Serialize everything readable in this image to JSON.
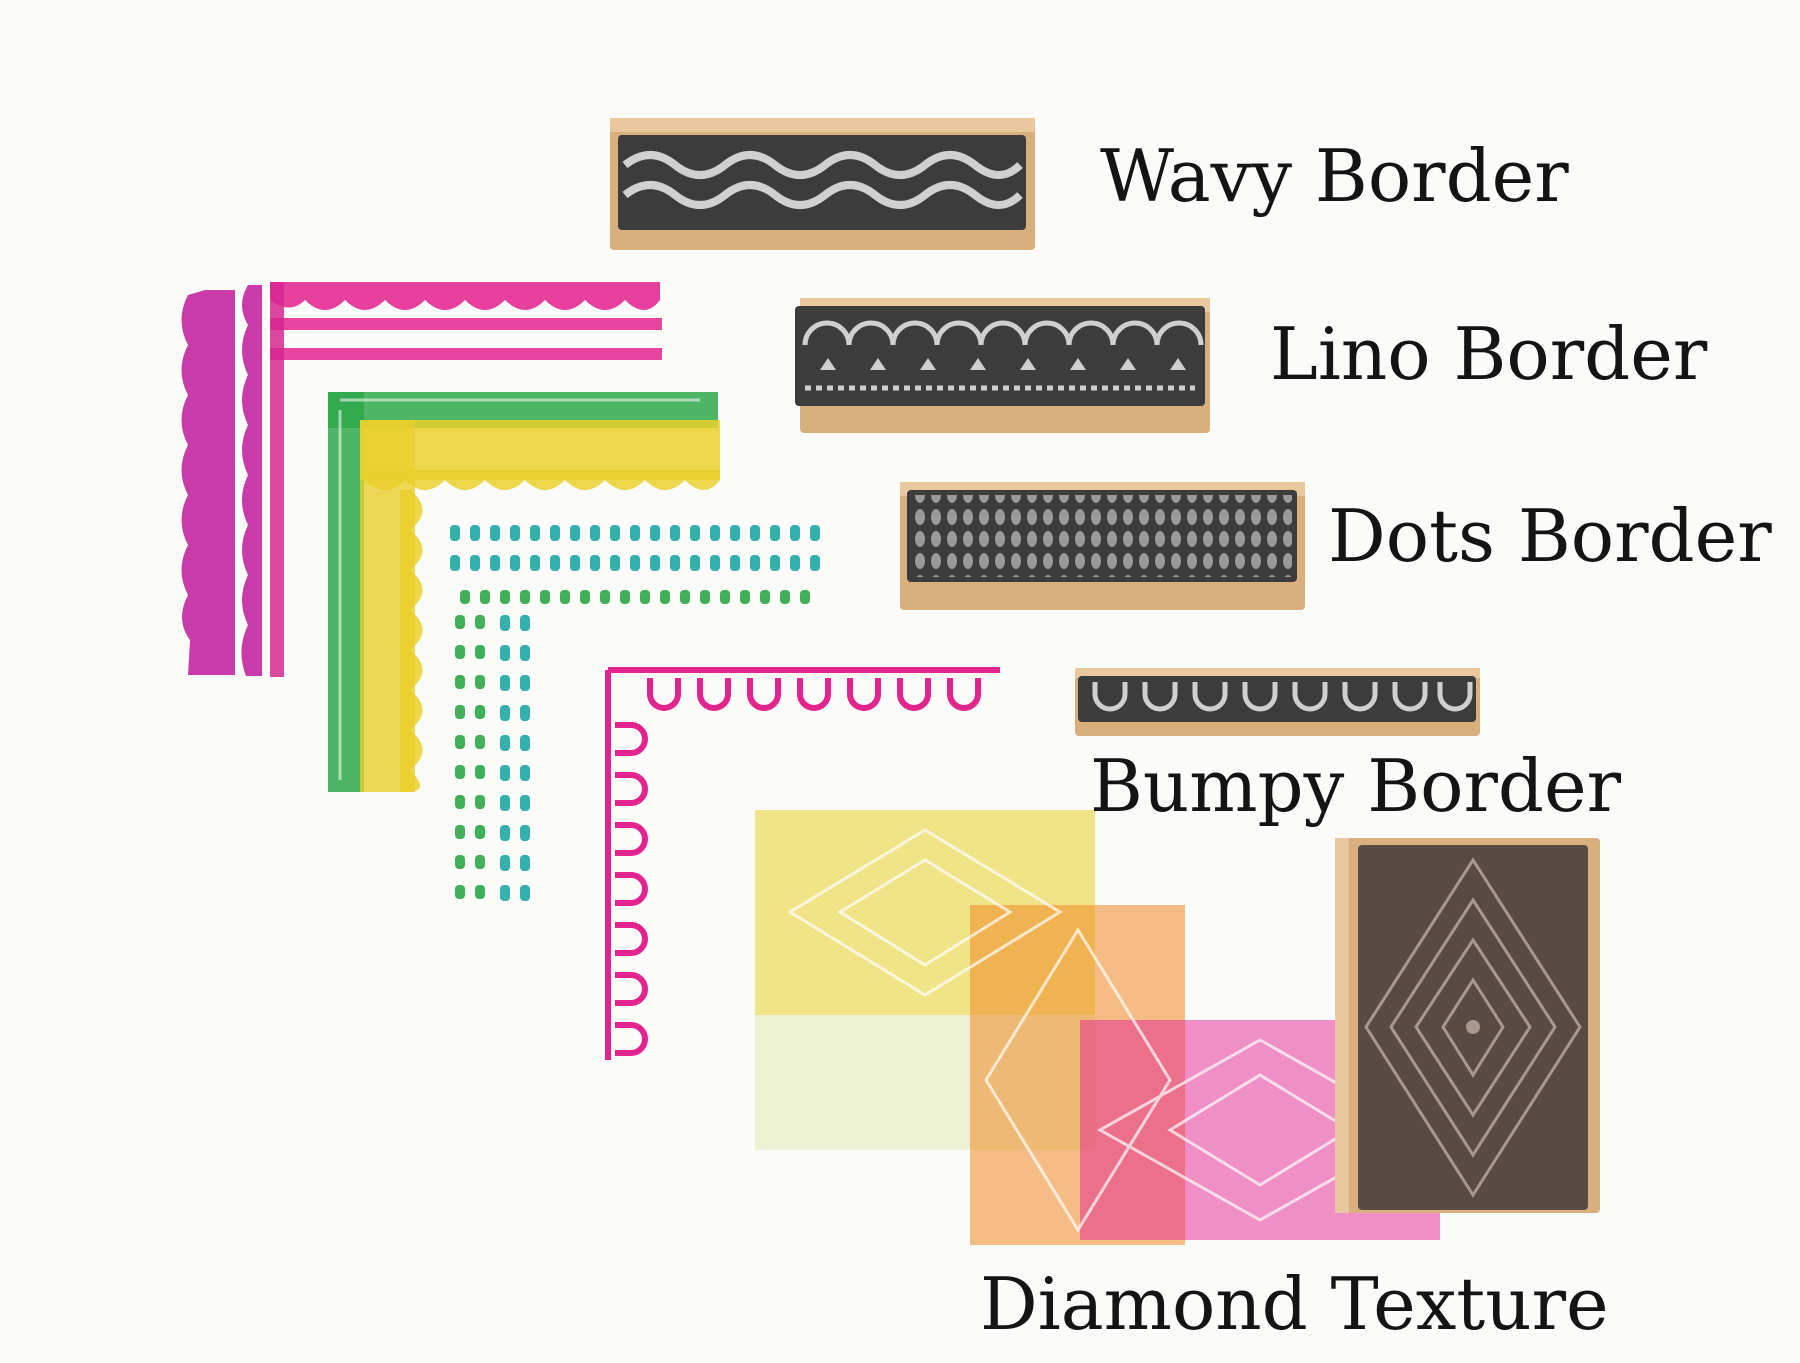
{
  "labels": {
    "wavy": "Wavy Border",
    "lino": "Lino Border",
    "dots": "Dots Border",
    "bumpy": "Bumpy Border",
    "diamond": "Diamond Texture"
  },
  "colors": {
    "background": "#fbfbfa",
    "text": "#141414",
    "magenta": "#c2269e",
    "pink": "#e3248f",
    "green": "#2fa84a",
    "yellow": "#ead02a",
    "teal": "#1fa9a5",
    "orange": "#f08a24",
    "wood": "#d9b07d",
    "rubber": "#3a3a3a"
  },
  "stamps": [
    {
      "name": "wavy-border-stamp",
      "pattern": "wavy"
    },
    {
      "name": "lino-border-stamp",
      "pattern": "lino"
    },
    {
      "name": "dots-border-stamp",
      "pattern": "dots"
    },
    {
      "name": "bumpy-border-stamp",
      "pattern": "bumpy"
    },
    {
      "name": "diamond-texture-stamp",
      "pattern": "diamond"
    }
  ]
}
